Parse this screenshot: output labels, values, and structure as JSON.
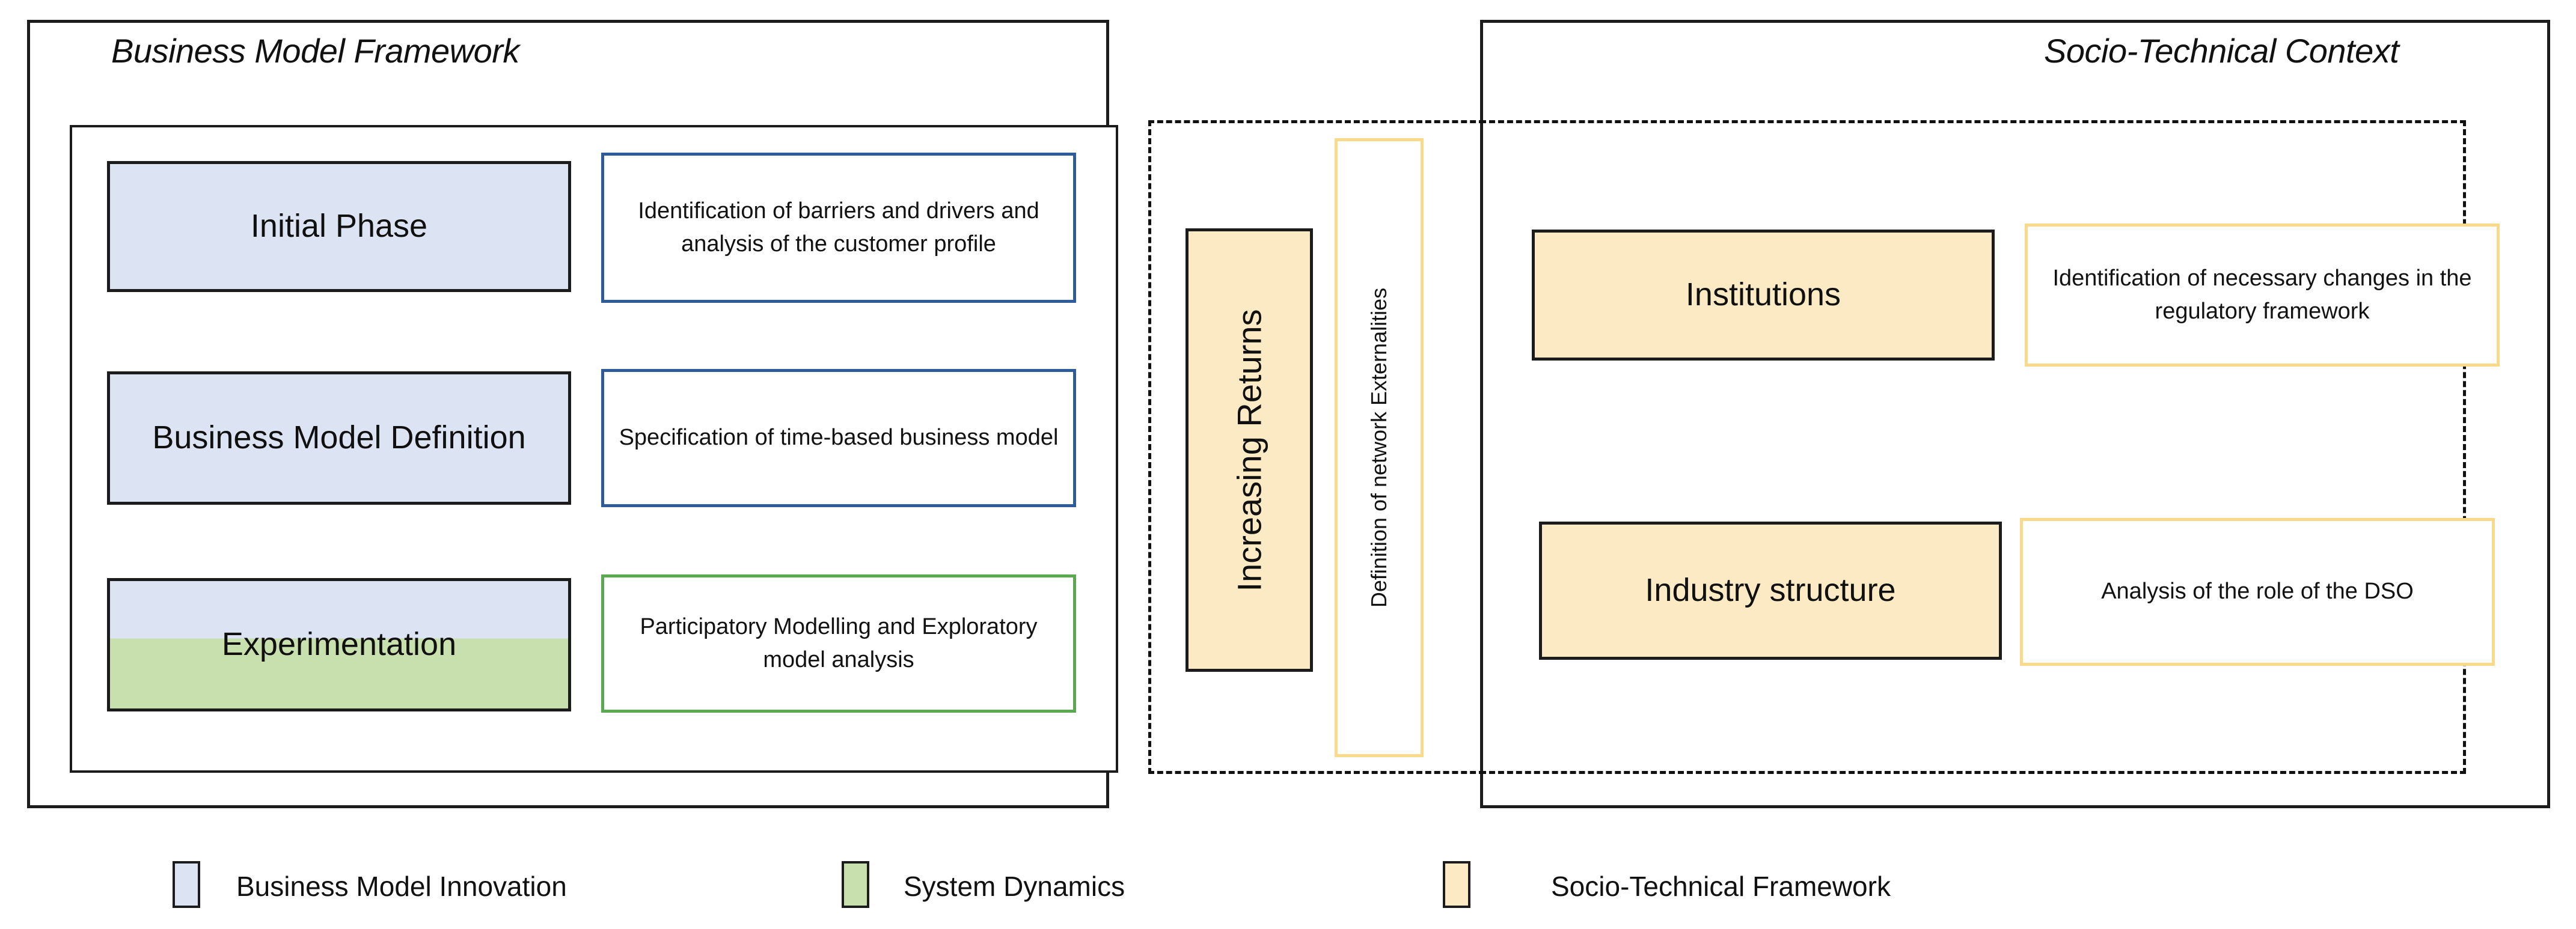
{
  "diagram": {
    "left_panel": {
      "title": "Business Model Framework",
      "rows": [
        {
          "node_label": "Initial Phase",
          "node_fill": "#dce3f2",
          "desc_label": "Identification of barriers and drivers and analysis of the customer profile",
          "desc_border": "#2e5c9a"
        },
        {
          "node_label": "Business Model Definition",
          "node_fill": "#dce3f2",
          "desc_label": "Specification of time-based business model",
          "desc_border": "#2e5c9a"
        },
        {
          "node_label": "Experimentation",
          "node_fill": "#dce3f2 / #c8e0ae",
          "desc_label": "Participatory Modelling and Exploratory model analysis",
          "desc_border": "#5aa84f"
        }
      ]
    },
    "middle_panel": {
      "node_label": "Increasing Returns",
      "node_fill": "#fbeac4",
      "desc_label": "Definition of network Externalities",
      "desc_border": "#fbd98a"
    },
    "right_panel": {
      "title": "Socio-Technical Context",
      "rows": [
        {
          "node_label": "Institutions",
          "node_fill": "#fbeac4",
          "desc_label": "Identification of necessary changes in the regulatory framework",
          "desc_border": "#fbd98a"
        },
        {
          "node_label": "Industry structure",
          "node_fill": "#fbeac4",
          "desc_label": "Analysis of the role of the DSO",
          "desc_border": "#fbd98a"
        }
      ]
    },
    "legend": {
      "items": [
        {
          "label": "Business Model Innovation",
          "color": "#dce3f2"
        },
        {
          "label": "System Dynamics",
          "color": "#c8e0ae"
        },
        {
          "label": "Socio-Technical Framework",
          "color": "#fbeac4"
        }
      ]
    }
  }
}
